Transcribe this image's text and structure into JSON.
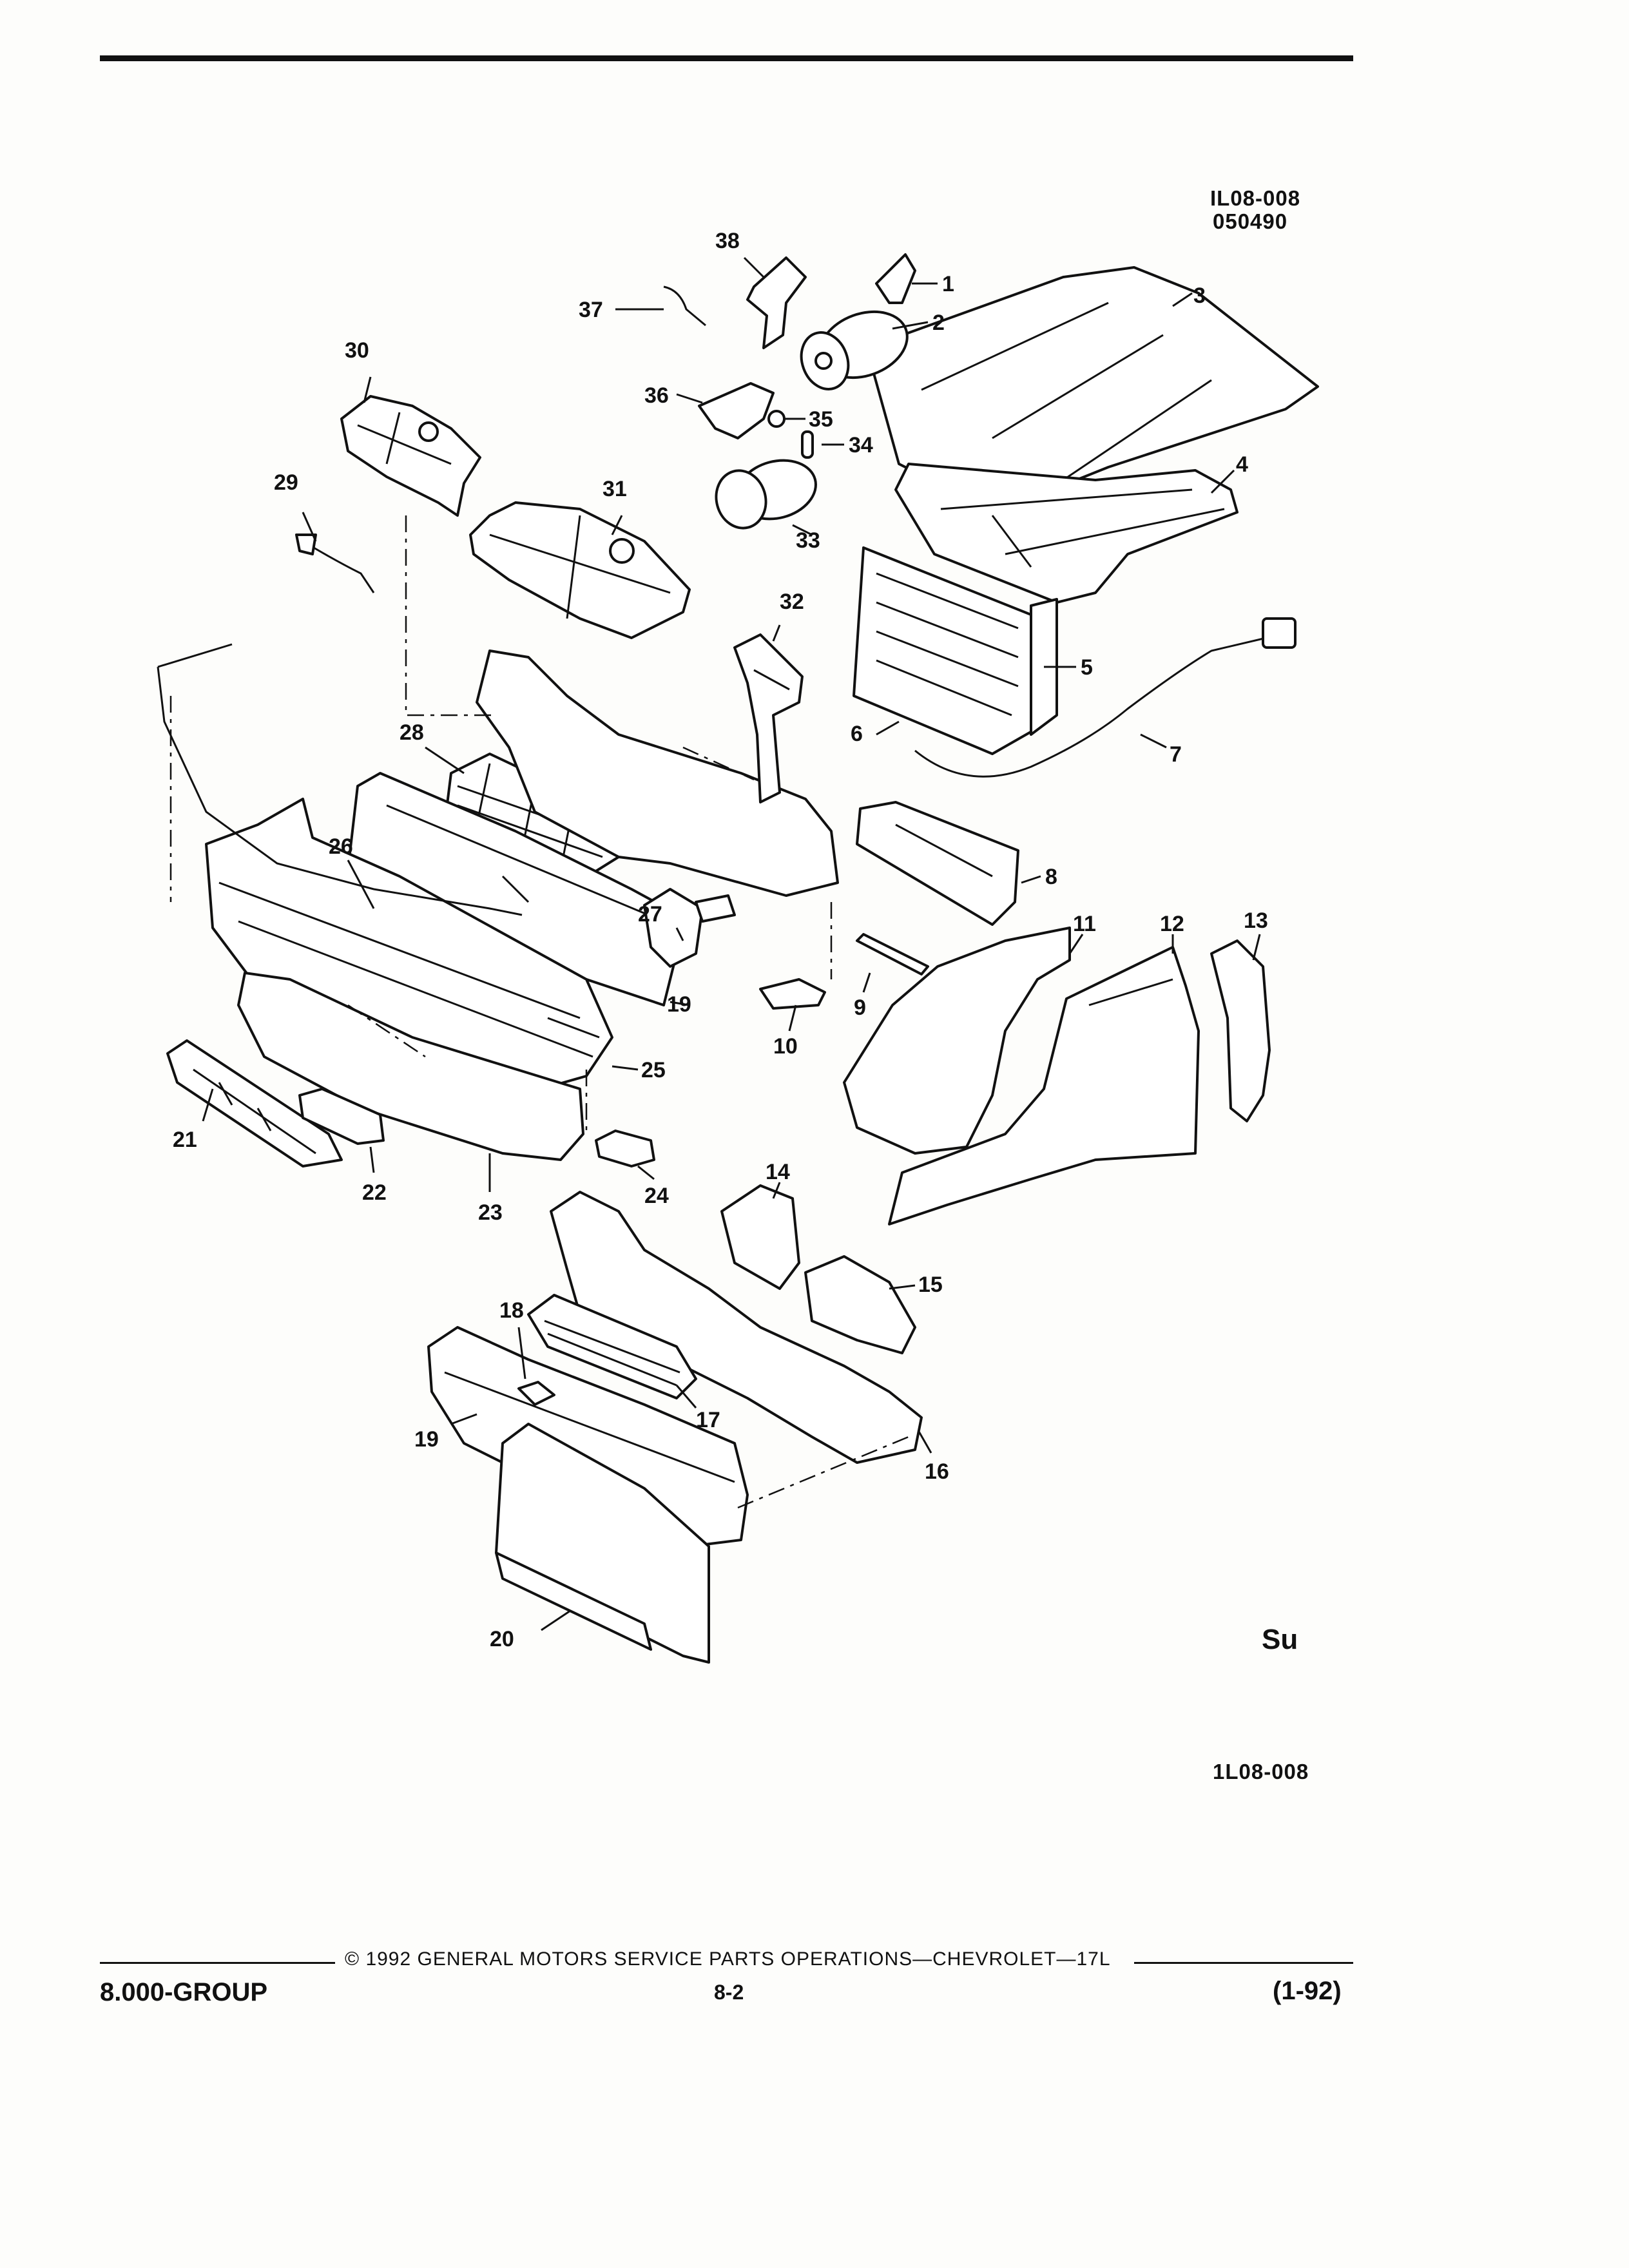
{
  "header": {
    "illustration_code": "IL08-008",
    "date_code": "050490"
  },
  "diagram": {
    "callouts": [
      "1",
      "2",
      "3",
      "4",
      "5",
      "6",
      "7",
      "8",
      "9",
      "10",
      "11",
      "12",
      "13",
      "14",
      "15",
      "16",
      "17",
      "18",
      "19",
      "19",
      "20",
      "21",
      "22",
      "23",
      "24",
      "25",
      "26",
      "27",
      "28",
      "29",
      "30",
      "31",
      "32",
      "33",
      "34",
      "35",
      "36",
      "37",
      "38"
    ]
  },
  "bottom_code": "1L08-008",
  "margin_mark": "Su",
  "footer": {
    "copyright": "© 1992 GENERAL MOTORS SERVICE PARTS OPERATIONS—CHEVROLET—17L",
    "group": "8.000-GROUP",
    "page": "8-2",
    "date": "(1-92)"
  }
}
